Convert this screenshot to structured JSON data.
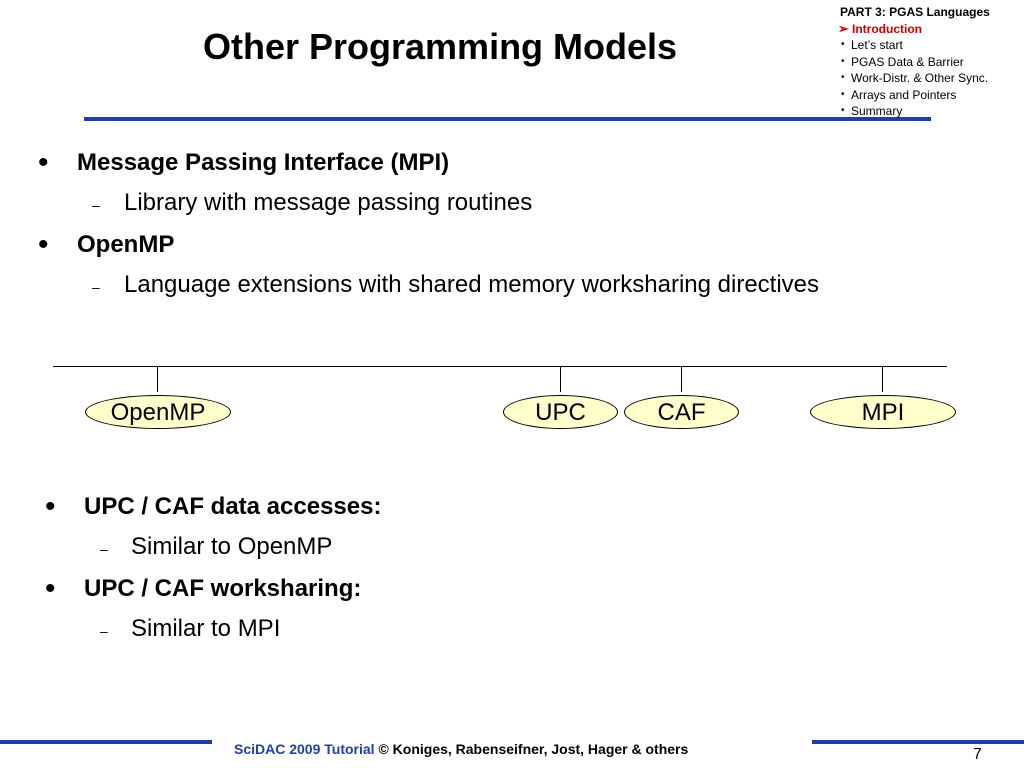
{
  "slide": {
    "title": "Other Programming Models",
    "page_number": "7"
  },
  "nav": {
    "header": "PART 3: PGAS Languages",
    "current": "Introduction",
    "items": [
      "Let’s start",
      "PGAS Data & Barrier",
      "Work-Distr. & Other Sync.",
      "Arrays and Pointers",
      "Summary"
    ]
  },
  "top_bullets": [
    {
      "text": "Message Passing Interface (MPI)",
      "sub": "Library with message passing routines"
    },
    {
      "text": "OpenMP",
      "sub": "Language extensions with shared memory worksharing directives"
    }
  ],
  "diagram": {
    "nodes": [
      "OpenMP",
      "UPC",
      "CAF",
      "MPI"
    ]
  },
  "bottom_bullets": [
    {
      "text": "UPC / CAF data accesses:",
      "sub": "Similar to OpenMP"
    },
    {
      "text": "UPC / CAF worksharing:",
      "sub": "Similar to MPI"
    }
  ],
  "footer": {
    "accent": "SciDAC 2009 Tutorial",
    "text": " © Koniges, Rabenseifner, Jost, Hager & others"
  },
  "colors": {
    "accent_blue": "#1f3fa6",
    "nav_current_red": "#cc0000",
    "oval_fill": "#ffffcc"
  }
}
